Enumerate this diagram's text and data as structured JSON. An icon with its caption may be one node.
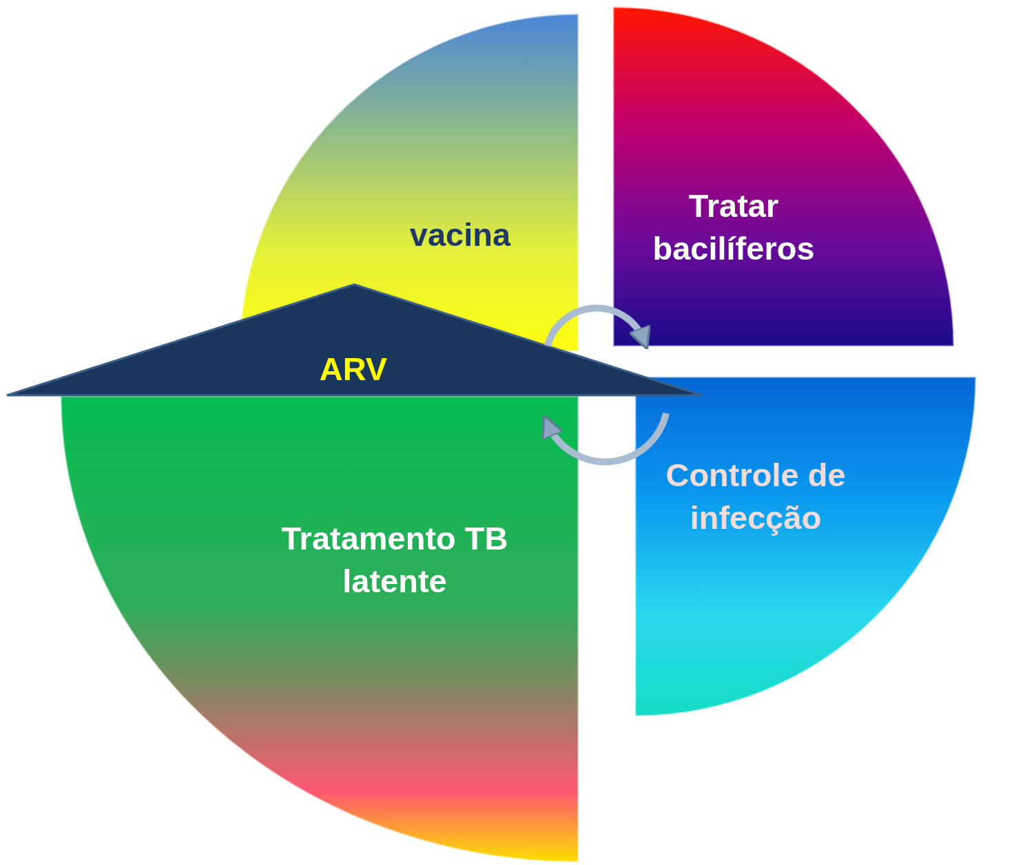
{
  "diagram": {
    "nodes": [
      {
        "text": [
          "vacina"
        ]
      },
      {
        "text": [
          "Tratar bacilíferos"
        ]
      },
      {
        "text": [
          "Controle de infecção"
        ]
      },
      {
        "text": [
          "Tratamento TB latente"
        ]
      },
      {
        "text": [
          "ARV"
        ]
      }
    ],
    "edges": [
      {
        "from": 0,
        "to": 1,
        "arrow": "to"
      },
      {
        "from": 2,
        "to": 3,
        "arrow": "to"
      }
    ]
  }
}
